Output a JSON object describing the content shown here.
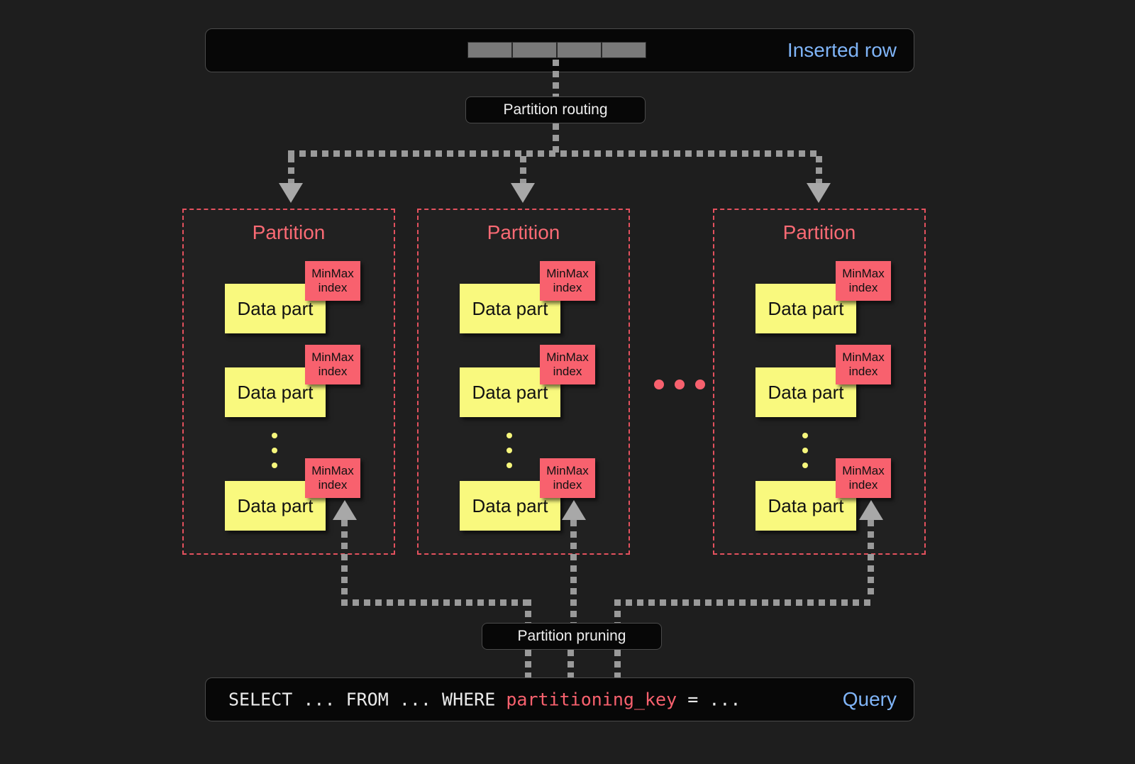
{
  "diagram": {
    "background_color": "#1e1e1e",
    "accent_blue": "#7fb4f7",
    "accent_red": "#f8616e",
    "accent_yellow": "#f9f97e",
    "connector_gray": "#9a9a9a"
  },
  "inserted_row": {
    "label": "Inserted row",
    "cells": [
      "",
      "",
      "",
      ""
    ]
  },
  "routing": {
    "label": "Partition routing"
  },
  "pruning": {
    "label": "Partition pruning"
  },
  "query": {
    "label": "Query",
    "prefix": "SELECT ... FROM ... WHERE ",
    "keyword": "partitioning_key",
    "suffix": " = ..."
  },
  "partitions": [
    {
      "title": "Partition",
      "parts": [
        {
          "data_part_label": "Data part",
          "index_line1": "MinMax",
          "index_line2": "index"
        },
        {
          "data_part_label": "Data part",
          "index_line1": "MinMax",
          "index_line2": "index"
        },
        {
          "data_part_label": "Data part",
          "index_line1": "MinMax",
          "index_line2": "index"
        }
      ]
    },
    {
      "title": "Partition",
      "parts": [
        {
          "data_part_label": "Data part",
          "index_line1": "MinMax",
          "index_line2": "index"
        },
        {
          "data_part_label": "Data part",
          "index_line1": "MinMax",
          "index_line2": "index"
        },
        {
          "data_part_label": "Data part",
          "index_line1": "MinMax",
          "index_line2": "index"
        }
      ]
    },
    {
      "title": "Partition",
      "parts": [
        {
          "data_part_label": "Data part",
          "index_line1": "MinMax",
          "index_line2": "index"
        },
        {
          "data_part_label": "Data part",
          "index_line1": "MinMax",
          "index_line2": "index"
        },
        {
          "data_part_label": "Data part",
          "index_line1": "MinMax",
          "index_line2": "index"
        }
      ]
    }
  ],
  "ellipsis": {
    "horizontal_dots": 3,
    "vertical_dots": 3
  }
}
